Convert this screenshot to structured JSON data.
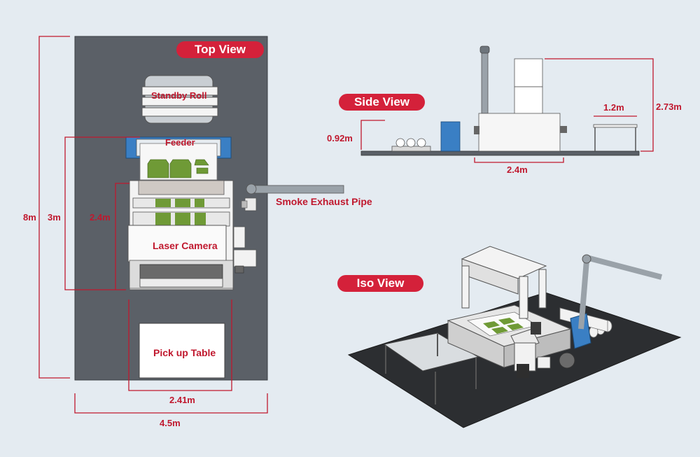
{
  "views": {
    "top": "Top View",
    "side": "Side View",
    "iso": "Iso View"
  },
  "labels": {
    "standby_roll": "Standby Roll",
    "feeder": "Feeder",
    "smoke_exhaust_pipe": "Smoke Exhaust Pipe",
    "laser_camera": "Laser Camera",
    "pick_up_table": "Pick up Table"
  },
  "dimensions": {
    "top_total_length": "8m",
    "top_machine_length": "3m",
    "top_bed_length": "2.4m",
    "top_table_width": "2.41m",
    "top_total_width": "4.5m",
    "side_height_left": "0.92m",
    "side_table_width": "1.2m",
    "side_height_right": "2.73m",
    "side_machine_length": "2.4m"
  },
  "colors": {
    "accent": "#d4213a",
    "dimension_line": "#c0182e",
    "floor": "#5b6067",
    "fabric_green": "#6f9a36",
    "feeder_blue": "#3a7fc4"
  }
}
